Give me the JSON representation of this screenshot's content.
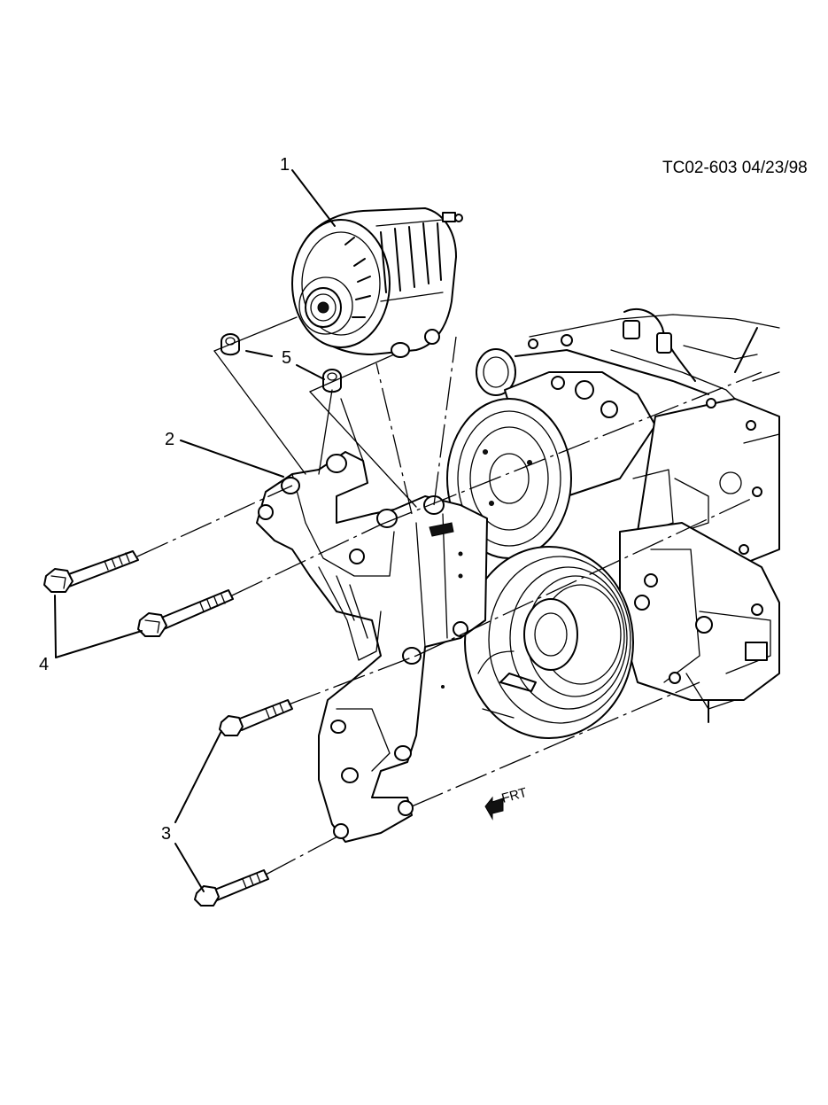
{
  "drawing_id": "TC02-603 04/23/98",
  "callouts": [
    {
      "id": "callout-1",
      "label": "1"
    },
    {
      "id": "callout-2",
      "label": "2"
    },
    {
      "id": "callout-3",
      "label": "3"
    },
    {
      "id": "callout-4",
      "label": "4"
    },
    {
      "id": "callout-5",
      "label": "5"
    }
  ],
  "direction_label": "FRT"
}
